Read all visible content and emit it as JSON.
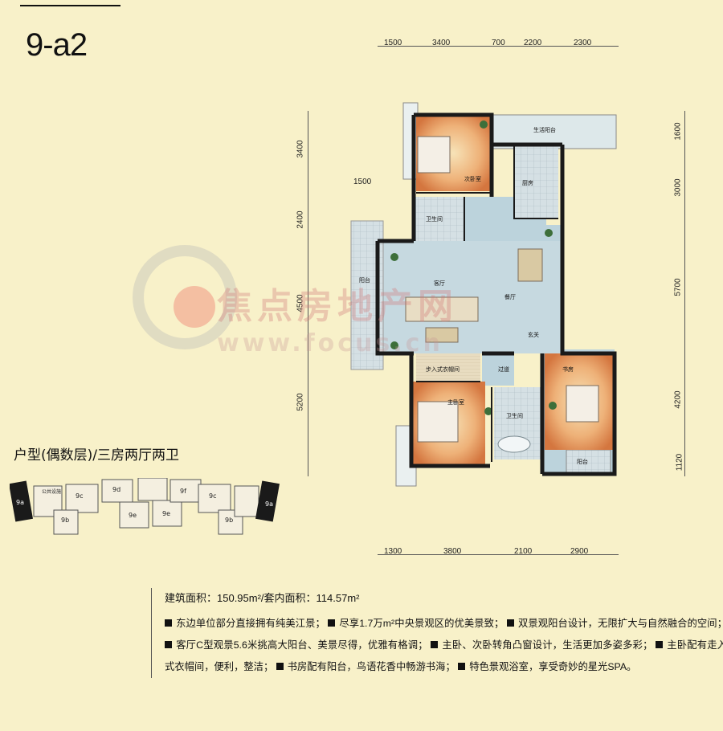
{
  "unit_code": "9-a2",
  "top_dims": [
    "1500",
    "3400",
    "700",
    "2200",
    "2300"
  ],
  "bottom_dims": [
    "1300",
    "3800",
    "2100",
    "2900"
  ],
  "left_dims": [
    "3400",
    "2400",
    "4500",
    "5200"
  ],
  "left_sub_dim": "1500",
  "right_dims": [
    "1600",
    "3000",
    "5700",
    "4200",
    "1120"
  ],
  "room_labels": {
    "utility_balcony": "生活阳台",
    "second_bedroom": "次卧室",
    "kitchen": "厨房",
    "bathroom": "卫生间",
    "balcony": "阳台",
    "living_room": "客厅",
    "dining_room": "餐厅",
    "entrance": "玄关",
    "walkin_closet": "步入式衣帽间",
    "master_bedroom": "主卧室",
    "study": "书房",
    "master_bath": "卫生间",
    "study_balcony": "阳台",
    "aisle": "过道"
  },
  "layout_title": "户型(偶数层)/三房两厅两卫",
  "mini_map_units": [
    "9a",
    "9c",
    "9b",
    "9d",
    "9e",
    "9e",
    "9f",
    "9c",
    "9b",
    "9a"
  ],
  "mini_map_tag": "公共设施",
  "area_line": "建筑面积：150.95m²/套内面积：114.57m²",
  "features": [
    "东边单位部分直接拥有纯美江景；",
    "尽享1.7万m²中央景观区的优美景致；",
    "双景观阳台设计，无限扩大与自然融合的空间；",
    "客厅C型观景5.6米挑高大阳台、美景尽得，优雅有格调；",
    "主卧、次卧转角凸窗设计，生活更加多姿多彩；",
    "主卧配有走入式衣帽间，便利，整洁；",
    "书房配有阳台，鸟语花香中畅游书海；",
    "特色景观浴室，享受奇妙的星光SPA。"
  ],
  "watermark": {
    "text": "焦点房地产网",
    "url": "www.focus.cn"
  },
  "colors": {
    "background": "#f8f1c9",
    "wall": "#1a1a1a",
    "floor_tile": "#c9d6dc",
    "room_glow": "#e9a466"
  }
}
